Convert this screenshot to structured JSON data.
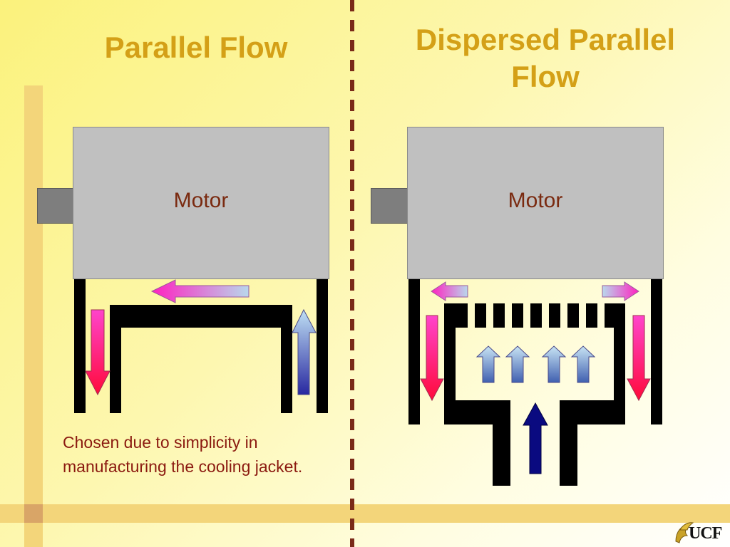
{
  "titles": {
    "left": "Parallel Flow",
    "right_line1": "Dispersed Parallel",
    "right_line2": "Flow"
  },
  "diagrams": {
    "left": {
      "motor_label": "Motor"
    },
    "right": {
      "motor_label": "Motor"
    }
  },
  "caption": "Chosen due to simplicity in manufacturing the cooling jacket.",
  "logo": {
    "text": "UCF"
  },
  "colors": {
    "title": "#d4a017",
    "caption": "#8b1a10",
    "motor_label": "#7a2a10",
    "divider": "#7a2a18",
    "hot_arrow": "#ff1493",
    "cold_arrow": "#2a2a9a",
    "inlet_arrow": "#0a0a80"
  }
}
